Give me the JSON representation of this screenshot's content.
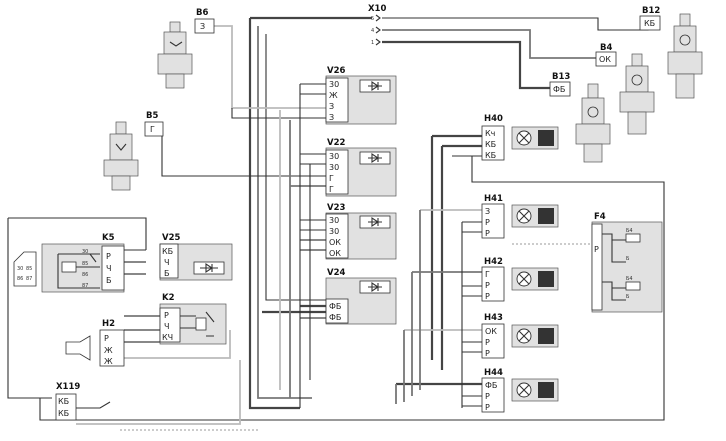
{
  "components": {
    "X10": {
      "label": "X10",
      "pins": [
        "5",
        "4",
        "1"
      ]
    },
    "B6": {
      "label": "B6",
      "pin": "З"
    },
    "B12": {
      "label": "B12",
      "pin": "КБ"
    },
    "B4": {
      "label": "B4",
      "pin": "ОК"
    },
    "B13": {
      "label": "B13",
      "pin": "ФБ"
    },
    "B5": {
      "label": "B5",
      "pin": "Г"
    },
    "V26": {
      "label": "V26",
      "pins": [
        "30",
        "Ж",
        "З",
        "З"
      ]
    },
    "V22": {
      "label": "V22",
      "pins": [
        "30",
        "30",
        "Г",
        "Г"
      ]
    },
    "V23": {
      "label": "V23",
      "pins": [
        "30",
        "30",
        "ОК",
        "ОК"
      ]
    },
    "V24": {
      "label": "V24",
      "pins": [
        "ФБ",
        "ФБ"
      ]
    },
    "H40": {
      "label": "H40",
      "pins": [
        "Кч",
        "КБ",
        "КБ"
      ]
    },
    "H41": {
      "label": "H41",
      "pins": [
        "З",
        "Р",
        "Р"
      ]
    },
    "H42": {
      "label": "H42",
      "pins": [
        "Г",
        "Р",
        "Р"
      ]
    },
    "H43": {
      "label": "H43",
      "pins": [
        "ОК",
        "Р",
        "Р"
      ]
    },
    "H44": {
      "label": "H44",
      "pins": [
        "ФБ",
        "Р",
        "Р"
      ]
    },
    "F4": {
      "label": "F4",
      "pin": "Р",
      "fuse_labels": [
        "Б4",
        "Б",
        "Б4",
        "Б"
      ]
    },
    "K5": {
      "label": "K5",
      "pins": [
        "Р",
        "Ч",
        "Б"
      ],
      "terminals": [
        "30",
        "85",
        "86",
        "87"
      ],
      "relay_terms": [
        "30",
        "85",
        "86",
        "87"
      ]
    },
    "V25": {
      "label": "V25",
      "pins": [
        "КБ",
        "Ч",
        "Б"
      ]
    },
    "K2": {
      "label": "K2",
      "pins": [
        "Р",
        "Ч",
        "КЧ"
      ]
    },
    "H2": {
      "label": "H2",
      "pins": [
        "Р",
        "Ж",
        "Ж"
      ]
    },
    "X119": {
      "label": "X119",
      "pins": [
        "КБ",
        "КБ"
      ]
    }
  }
}
